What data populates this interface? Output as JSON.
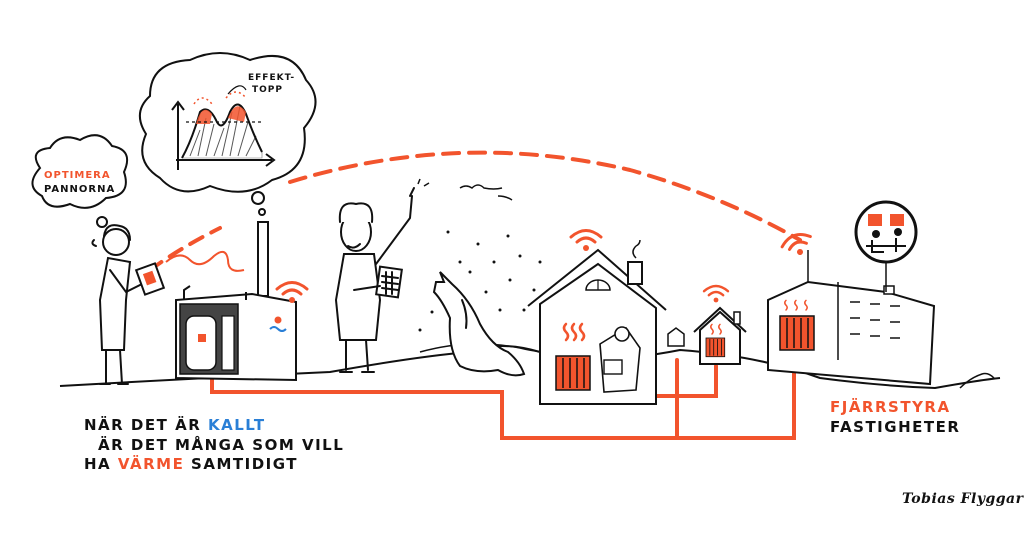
{
  "colors": {
    "ink": "#111111",
    "accent_orange": "#f2542d",
    "accent_blue": "#2a7fd6",
    "background": "#ffffff"
  },
  "thought_bubble_optimize": {
    "line1": "OPTIMERA",
    "line2": "PANNORNA"
  },
  "thought_bubble_chart": {
    "label_line1": "EFFEKT-",
    "label_line2": "TOPP"
  },
  "caption": {
    "line1_prefix": "NÄR DET ÄR ",
    "line1_highlight": "KALLT",
    "line2": "ÄR DET MÅNGA SOM VILL",
    "line3_prefix": "HA ",
    "line3_highlight": "VÄRME",
    "line3_suffix": " SAMTIDIGT"
  },
  "remote_control": {
    "title": "FJÄRRSTYRA",
    "subtitle": "FASTIGHETER"
  },
  "signature": "Tobias Flyggar",
  "icons": [
    "wifi-signal-icon",
    "radiator-icon",
    "heat-waves-icon",
    "brand-logo-icon"
  ]
}
